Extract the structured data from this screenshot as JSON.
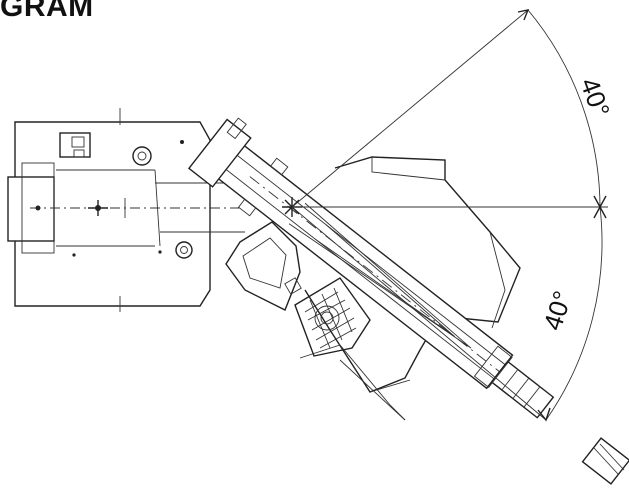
{
  "header": {
    "title": "GRAM"
  },
  "angles": {
    "upper_label": "40°",
    "lower_label": "40°"
  },
  "colors": {
    "ink": "#222222",
    "background": "#ffffff"
  }
}
